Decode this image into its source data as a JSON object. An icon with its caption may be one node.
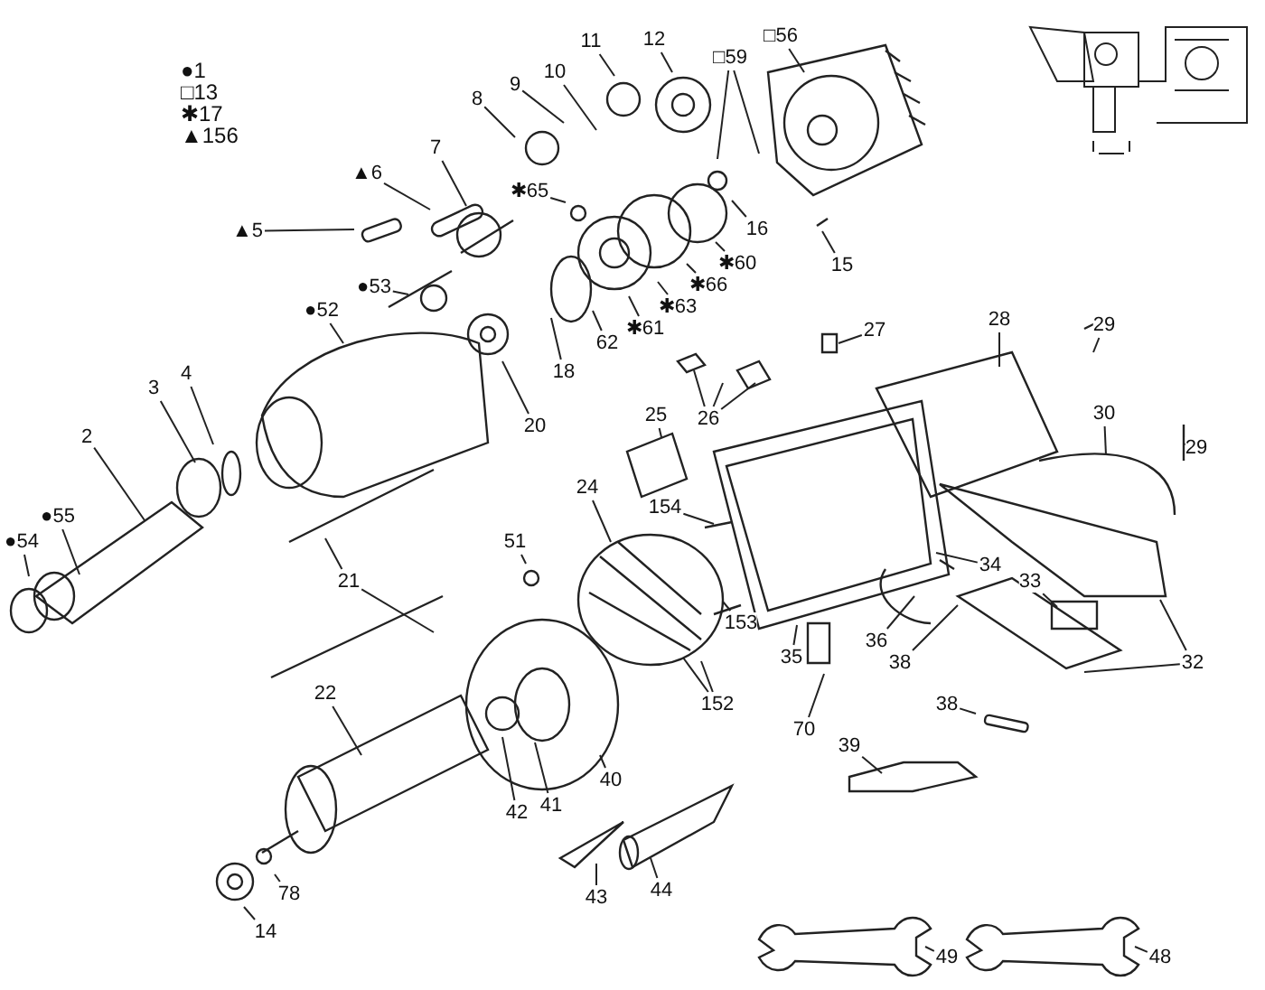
{
  "diagram": {
    "nodes": [
      {
        "text": [
          "8"
        ]
      },
      {
        "text": [
          "9"
        ]
      },
      {
        "text": [
          "10"
        ]
      },
      {
        "text": [
          "11"
        ]
      },
      {
        "text": [
          "12"
        ]
      },
      {
        "text": [
          "□56"
        ]
      },
      {
        "text": [
          "□59"
        ]
      },
      {
        "text": [
          "▲6"
        ]
      },
      {
        "text": [
          "✱65"
        ]
      },
      {
        "text": [
          "7"
        ]
      },
      {
        "text": [
          "▲5"
        ]
      },
      {
        "text": [
          "●53"
        ]
      },
      {
        "text": [
          "●52"
        ]
      },
      {
        "text": [
          "16"
        ]
      },
      {
        "text": [
          "✱60"
        ]
      },
      {
        "text": [
          "✱66"
        ]
      },
      {
        "text": [
          "✱63"
        ]
      },
      {
        "text": [
          "✱61"
        ]
      },
      {
        "text": [
          "62"
        ]
      },
      {
        "text": [
          "15"
        ]
      },
      {
        "text": [
          "18"
        ]
      },
      {
        "text": [
          "20"
        ]
      },
      {
        "text": [
          "27"
        ]
      },
      {
        "text": [
          "28"
        ]
      },
      {
        "text": [
          "29"
        ]
      },
      {
        "text": [
          "26"
        ]
      },
      {
        "text": [
          "25"
        ]
      },
      {
        "text": [
          "30"
        ]
      },
      {
        "text": [
          "29"
        ]
      },
      {
        "text": [
          "4"
        ]
      },
      {
        "text": [
          "3"
        ]
      },
      {
        "text": [
          "2"
        ]
      },
      {
        "text": [
          "24"
        ]
      },
      {
        "text": [
          "154"
        ]
      },
      {
        "text": [
          "●55"
        ]
      },
      {
        "text": [
          "●54"
        ]
      },
      {
        "text": [
          "21"
        ]
      },
      {
        "text": [
          "51"
        ]
      },
      {
        "text": [
          "34"
        ]
      },
      {
        "text": [
          "33"
        ]
      },
      {
        "text": [
          "153"
        ]
      },
      {
        "text": [
          "35"
        ]
      },
      {
        "text": [
          "36"
        ]
      },
      {
        "text": [
          "38"
        ]
      },
      {
        "text": [
          "32"
        ]
      },
      {
        "text": [
          "152"
        ]
      },
      {
        "text": [
          "70"
        ]
      },
      {
        "text": [
          "38"
        ]
      },
      {
        "text": [
          "39"
        ]
      },
      {
        "text": [
          "22"
        ]
      },
      {
        "text": [
          "42"
        ]
      },
      {
        "text": [
          "41"
        ]
      },
      {
        "text": [
          "40"
        ]
      },
      {
        "text": [
          "78"
        ]
      },
      {
        "text": [
          "14"
        ]
      },
      {
        "text": [
          "43"
        ]
      },
      {
        "text": [
          "44"
        ]
      },
      {
        "text": [
          "49"
        ]
      },
      {
        "text": [
          "48"
        ]
      }
    ],
    "edges": [
      {
        "from": 0,
        "to": null,
        "arrow": "none"
      },
      {
        "from": 1,
        "to": null,
        "arrow": "none"
      },
      {
        "from": 2,
        "to": null,
        "arrow": "none"
      },
      {
        "from": 3,
        "to": null,
        "arrow": "none"
      },
      {
        "from": 4,
        "to": null,
        "arrow": "none"
      },
      {
        "from": 5,
        "to": null,
        "arrow": "none"
      },
      {
        "from": 6,
        "to": null,
        "arrow": "none"
      },
      {
        "from": 6,
        "to": null,
        "arrow": "none"
      },
      {
        "from": 7,
        "to": null,
        "arrow": "none"
      },
      {
        "from": 8,
        "to": null,
        "arrow": "none"
      },
      {
        "from": 9,
        "to": null,
        "arrow": "none"
      },
      {
        "from": 10,
        "to": null,
        "arrow": "none"
      },
      {
        "from": 11,
        "to": null,
        "arrow": "none"
      },
      {
        "from": 12,
        "to": null,
        "arrow": "none"
      },
      {
        "from": 13,
        "to": null,
        "arrow": "none"
      },
      {
        "from": 14,
        "to": null,
        "arrow": "none"
      },
      {
        "from": 15,
        "to": null,
        "arrow": "none"
      },
      {
        "from": 16,
        "to": null,
        "arrow": "none"
      },
      {
        "from": 17,
        "to": null,
        "arrow": "none"
      },
      {
        "from": 18,
        "to": null,
        "arrow": "none"
      },
      {
        "from": 19,
        "to": null,
        "arrow": "none"
      },
      {
        "from": 20,
        "to": null,
        "arrow": "none"
      },
      {
        "from": 21,
        "to": null,
        "arrow": "none"
      },
      {
        "from": 22,
        "to": null,
        "arrow": "none"
      },
      {
        "from": 23,
        "to": null,
        "arrow": "none"
      },
      {
        "from": 24,
        "to": null,
        "arrow": "none"
      },
      {
        "from": 25,
        "to": null,
        "arrow": "none"
      },
      {
        "from": 25,
        "to": null,
        "arrow": "none"
      },
      {
        "from": 25,
        "to": null,
        "arrow": "none"
      },
      {
        "from": 26,
        "to": null,
        "arrow": "none"
      },
      {
        "from": 27,
        "to": null,
        "arrow": "none"
      },
      {
        "from": 28,
        "to": null,
        "arrow": "none"
      },
      {
        "from": 29,
        "to": null,
        "arrow": "none"
      },
      {
        "from": 30,
        "to": null,
        "arrow": "none"
      },
      {
        "from": 31,
        "to": null,
        "arrow": "none"
      },
      {
        "from": 32,
        "to": null,
        "arrow": "none"
      },
      {
        "from": 33,
        "to": null,
        "arrow": "none"
      },
      {
        "from": 34,
        "to": null,
        "arrow": "none"
      },
      {
        "from": 35,
        "to": null,
        "arrow": "none"
      },
      {
        "from": 36,
        "to": null,
        "arrow": "none"
      },
      {
        "from": 36,
        "to": null,
        "arrow": "none"
      },
      {
        "from": 37,
        "to": null,
        "arrow": "none"
      },
      {
        "from": 38,
        "to": null,
        "arrow": "none"
      },
      {
        "from": 39,
        "to": null,
        "arrow": "none"
      },
      {
        "from": 40,
        "to": null,
        "arrow": "none"
      },
      {
        "from": 41,
        "to": null,
        "arrow": "none"
      },
      {
        "from": 42,
        "to": null,
        "arrow": "none"
      },
      {
        "from": 43,
        "to": null,
        "arrow": "none"
      },
      {
        "from": 44,
        "to": null,
        "arrow": "none"
      },
      {
        "from": 44,
        "to": null,
        "arrow": "none"
      },
      {
        "from": 45,
        "to": null,
        "arrow": "none"
      },
      {
        "from": 45,
        "to": null,
        "arrow": "none"
      },
      {
        "from": 46,
        "to": null,
        "arrow": "none"
      },
      {
        "from": 47,
        "to": null,
        "arrow": "none"
      },
      {
        "from": 48,
        "to": null,
        "arrow": "none"
      },
      {
        "from": 49,
        "to": null,
        "arrow": "none"
      },
      {
        "from": 50,
        "to": null,
        "arrow": "none"
      },
      {
        "from": 51,
        "to": null,
        "arrow": "none"
      },
      {
        "from": 52,
        "to": null,
        "arrow": "none"
      },
      {
        "from": 53,
        "to": null,
        "arrow": "none"
      },
      {
        "from": 54,
        "to": null,
        "arrow": "none"
      },
      {
        "from": 55,
        "to": null,
        "arrow": "none"
      },
      {
        "from": 56,
        "to": null,
        "arrow": "none"
      },
      {
        "from": 57,
        "to": null,
        "arrow": "none"
      },
      {
        "from": 58,
        "to": null,
        "arrow": "none"
      }
    ],
    "labels": [
      "●1",
      "□13",
      "✱17",
      "▲156"
    ]
  }
}
